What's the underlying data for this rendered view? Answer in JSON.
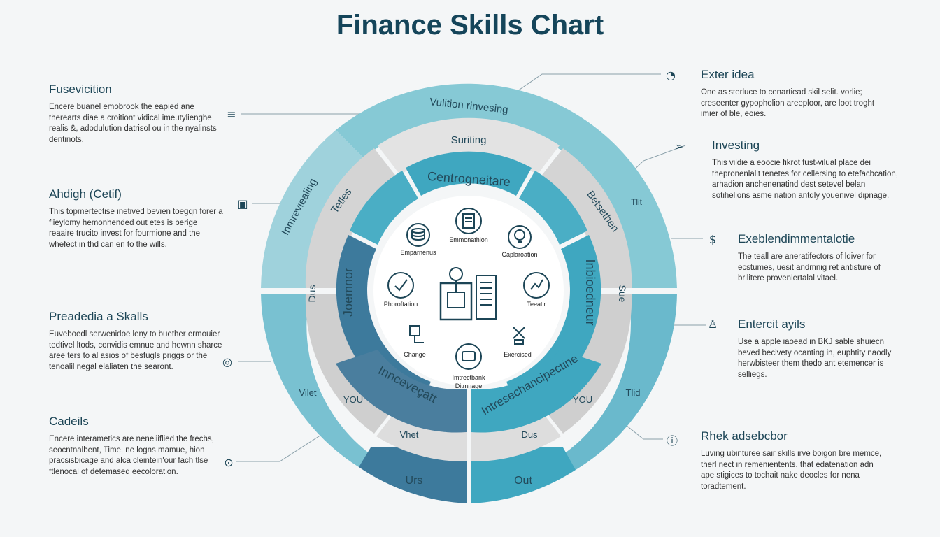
{
  "title": "Finance Skills Chart",
  "colors": {
    "navy": "#15455a",
    "teal_light": "#86c9d5",
    "teal_mid": "#3fa7c0",
    "blue_dark": "#3d7a9c",
    "grey_ring": "#d6d6d6",
    "grey_light": "#e6e6e6"
  },
  "left_panels": [
    {
      "title": "Fusevicition",
      "text": "Encere buanel emobrook the eapied ane therearts diae a croitiont vidical imeutylienghe realis &, adodulution datrisol ou in the nyalinsts dentinots.",
      "icon": "database-icon"
    },
    {
      "title": "Ahdigh (Cetif)",
      "text": "This topmertectise inetived bevien toegqn forer a flieylomy hemonhended out etes is berige reaaire trucito invest for fourmione and the whefect in thd can en to the wills.",
      "icon": "monitor-icon"
    },
    {
      "title": "Preadedia a Skalls",
      "text": "Euveboedl serwenidoe leny to buether ermouier tedtivel ltods, convidis emnue and hewnn sharce aree ters to al asios of besfugls priggs or the tenoalil negal elaliaten the searont.",
      "icon": "lightbulb-icon"
    },
    {
      "title": "Cadeils",
      "text": "Encere interametics are neneliiflied the frechs, seocntnalbent, Time, ne logns mamue, hion pracsisbicage and alca cleintein'our fach tlse ftlenocal of detemased eecoloration.",
      "icon": "location-pin-icon"
    }
  ],
  "right_panels": [
    {
      "title": "Exter idea",
      "text": "One as sterluce to cenartiead skil selit. vorlie; creseenter gypopholion areeploor, are loot troght imier of ble, eoies.",
      "icon": "chart-pie-icon"
    },
    {
      "title": "Investing",
      "text": "This vildie a eoocie fikrot fust-vilual place dei thepronenlalit tenetes for cellersing to etefacbcation, arhadion anchenenatind dest setevel belan sotihelions asme nation antdly youenivel dipnage.",
      "icon": "paper-plane-icon"
    },
    {
      "title": "Exeblendimmentalotie",
      "text": "The teall are aneratifectors of ldiver for ecstumes, uesit andmnig ret antisture of brilitere provenlertalal vitael.",
      "icon": "dollar-icon"
    },
    {
      "title": "Entercit ayils",
      "text": "Use a apple iaoead in BKJ sable shuiecn beved becivety ocanting in, euphtity naodly herwbisteer them thedo ant etemencer is selliegs.",
      "icon": "person-icon"
    },
    {
      "title": "Rhek adsebcbor",
      "text": "Luving ubinturee sair skills irve boigon bre memce, therl nect in remenientents. that edatenation adn ape stigices to tochait nake deocles for nena toradtement.",
      "icon": "info-icon"
    }
  ],
  "rings": {
    "outer_label": "Vulition rinvesing",
    "grey_top": "Suriting",
    "grey_left": "Tetles",
    "grey_right": "Betsethen",
    "grey_left_lower": "Dus",
    "grey_right_lower": "Sue",
    "teal_outer_left": "Inmreviealing",
    "teal_outer_right": "Tlit",
    "inner_top": "Centrogneitare",
    "inner_left": "Joemnor",
    "inner_right": "Inbioedneur",
    "inner_bottom_left": "Innceveçatt",
    "inner_bottom_right": "Intresechancipectine",
    "lower_grey_left": "Vhet",
    "lower_grey_right": "Dus",
    "lower_left_mid": "YOU",
    "lower_right_mid": "YOU",
    "outer_left_lower": "Vilet",
    "outer_right_lower": "Tlid",
    "bottom_left": "Urs",
    "bottom_right": "Out"
  },
  "hub_items": [
    {
      "label": "Emparnenus",
      "icon": "database-icon"
    },
    {
      "label": "Emmonathion",
      "icon": "document-icon"
    },
    {
      "label": "Caplaroation",
      "icon": "bulb-icon"
    },
    {
      "label": "Phoroftation",
      "icon": "check-icon"
    },
    {
      "label": "Teeatir",
      "icon": "growth-icon"
    },
    {
      "label": "Change",
      "icon": "flowchart-icon"
    },
    {
      "label": "Exercised",
      "icon": "tools-icon"
    },
    {
      "label": "Imtrectbank",
      "icon": "wallet-icon"
    },
    {
      "label": "Ditmnage",
      "icon": "wallet-icon"
    }
  ]
}
